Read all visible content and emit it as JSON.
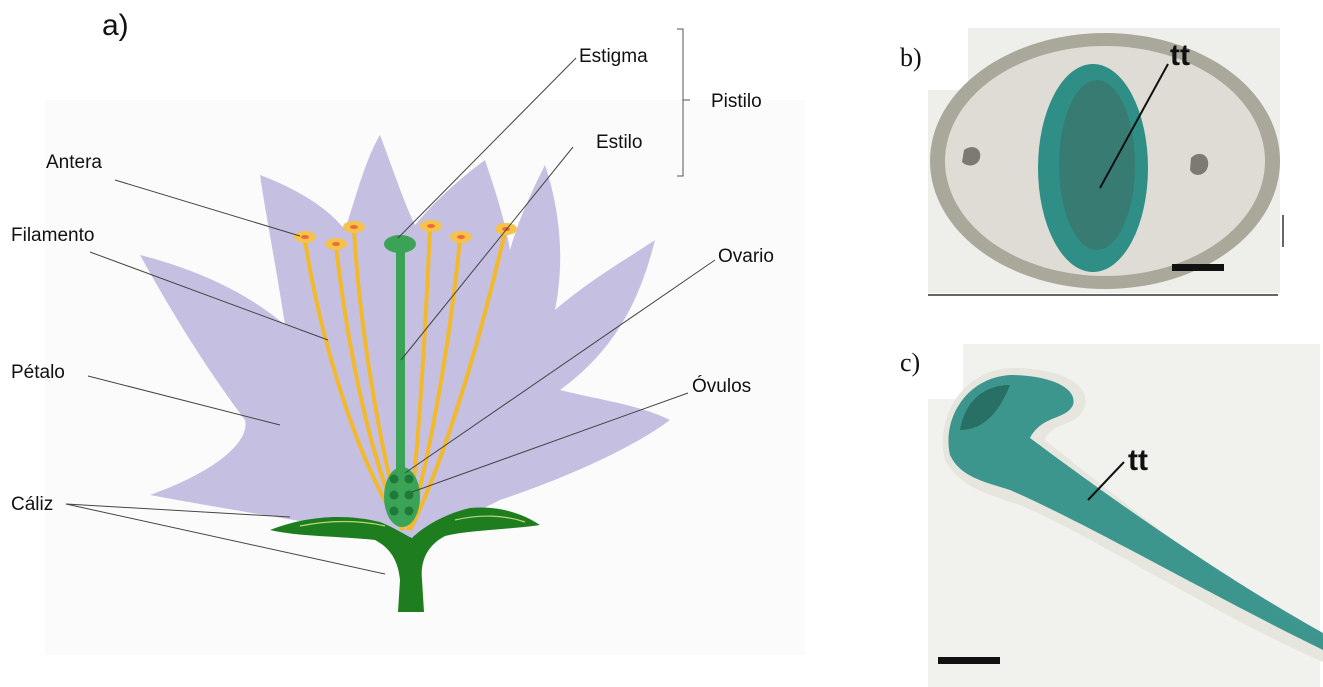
{
  "panels": {
    "a": "a)",
    "b": "b)",
    "c": "c)"
  },
  "labels": {
    "estigma": "Estigma",
    "pistilo": "Pistilo",
    "estilo": "Estilo",
    "antera": "Antera",
    "filamento": "Filamento",
    "ovario": "Ovario",
    "petalo": "Pétalo",
    "ovulos": "Óvulos",
    "caliz": "Cáliz"
  },
  "micrograph_labels": {
    "b_tt": "tt",
    "c_tt": "tt"
  },
  "colors": {
    "petal": "#c5bfe2",
    "pistil": "#3aa356",
    "stamen": "#f2b92a",
    "anther": "#f26a3a",
    "calyx": "#1e7d1e",
    "stain": "#2e8f86"
  }
}
